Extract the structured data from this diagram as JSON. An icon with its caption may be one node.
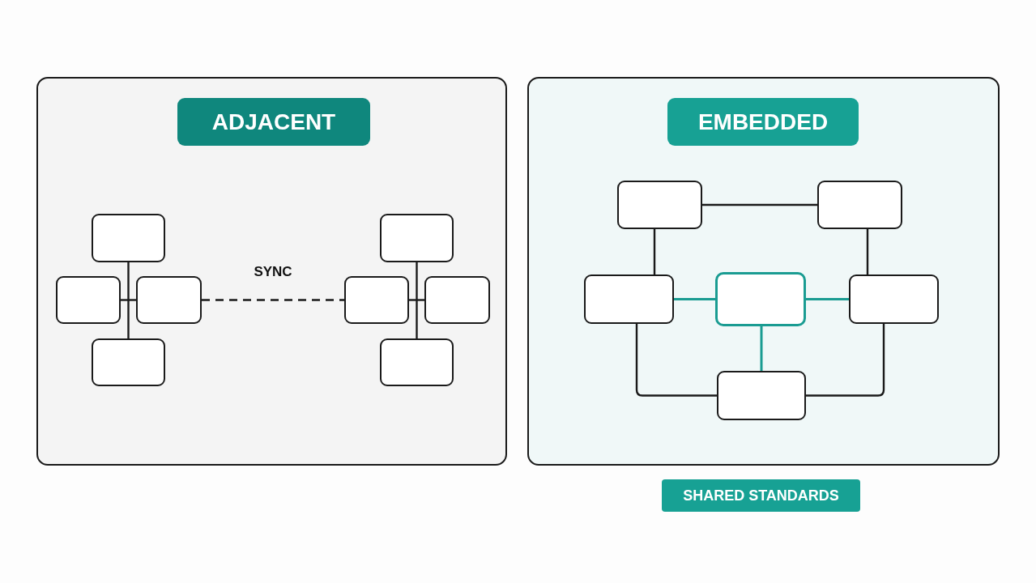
{
  "diagram": {
    "nodes": [
      {
        "text": [],
        "shape": "box"
      },
      {
        "text": [
          "ADJACENT"
        ],
        "in": 0
      },
      {
        "text": [],
        "shape": "box",
        "in": 0
      },
      {
        "text": [],
        "shape": "box",
        "in": 0
      },
      {
        "text": [],
        "shape": "box",
        "in": 0
      },
      {
        "text": [],
        "shape": "box",
        "in": 0
      },
      {
        "text": [],
        "shape": "box",
        "in": 0
      },
      {
        "text": [],
        "shape": "box",
        "in": 0
      },
      {
        "text": [],
        "shape": "box",
        "in": 0
      },
      {
        "text": [],
        "shape": "box",
        "in": 0
      },
      {
        "text": [],
        "shape": "box"
      },
      {
        "text": [
          "EMBEDDED"
        ],
        "in": 10
      },
      {
        "text": [],
        "shape": "box",
        "in": 10
      },
      {
        "text": [],
        "shape": "box",
        "in": 10
      },
      {
        "text": [],
        "shape": "box",
        "in": 10
      },
      {
        "text": [],
        "shape": "box",
        "in": 10
      },
      {
        "text": [],
        "shape": "box",
        "in": 10
      },
      {
        "text": [],
        "shape": "box",
        "in": 10
      },
      {
        "text": [
          "SHARED STANDARDS"
        ]
      }
    ],
    "edges": [
      {
        "from": 2,
        "to": 5,
        "arrow": "none"
      },
      {
        "from": 3,
        "to": 4,
        "arrow": "none"
      },
      {
        "from": 4,
        "to": 7,
        "arrow": "none",
        "label": "SYNC",
        "style": "dashed"
      },
      {
        "from": 6,
        "to": 9,
        "arrow": "none"
      },
      {
        "from": 7,
        "to": 8,
        "arrow": "none"
      },
      {
        "from": 12,
        "to": 13,
        "arrow": "none"
      },
      {
        "from": 12,
        "to": 14,
        "arrow": "none"
      },
      {
        "from": 13,
        "to": 16,
        "arrow": "none"
      },
      {
        "from": 14,
        "to": 15,
        "arrow": "none",
        "color": "#1a9c92"
      },
      {
        "from": 15,
        "to": 16,
        "arrow": "none",
        "color": "#1a9c92"
      },
      {
        "from": 15,
        "to": 17,
        "arrow": "none",
        "color": "#1a9c92"
      },
      {
        "from": 14,
        "to": 17,
        "arrow": "none"
      },
      {
        "from": 16,
        "to": 17,
        "arrow": "none"
      }
    ]
  }
}
